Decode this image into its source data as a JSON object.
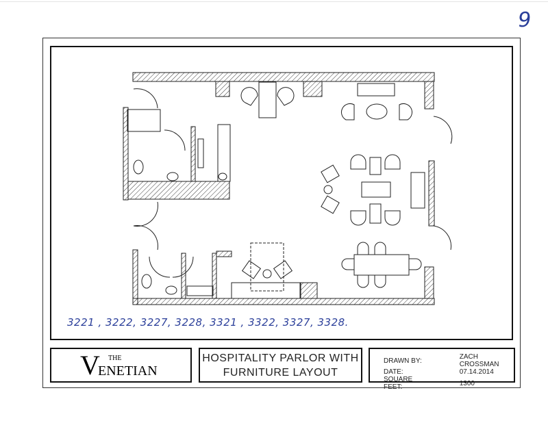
{
  "page_number": "9",
  "handwritten_rooms": "3221 , 3222, 3227, 3228, 3321 , 3322, 3327, 3328.",
  "logo": {
    "the": "THE",
    "initial": "V",
    "rest": "ENETIAN"
  },
  "title": {
    "line1": "HOSPITALITY PARLOR WITH",
    "line2": "FURNITURE LAYOUT"
  },
  "info": [
    {
      "label": "DRAWN BY:",
      "value": "ZACH CROSSMAN"
    },
    {
      "label": "DATE:",
      "value": "07.14.2014"
    },
    {
      "label": "SQUARE FEET:",
      "value": "1300"
    }
  ]
}
